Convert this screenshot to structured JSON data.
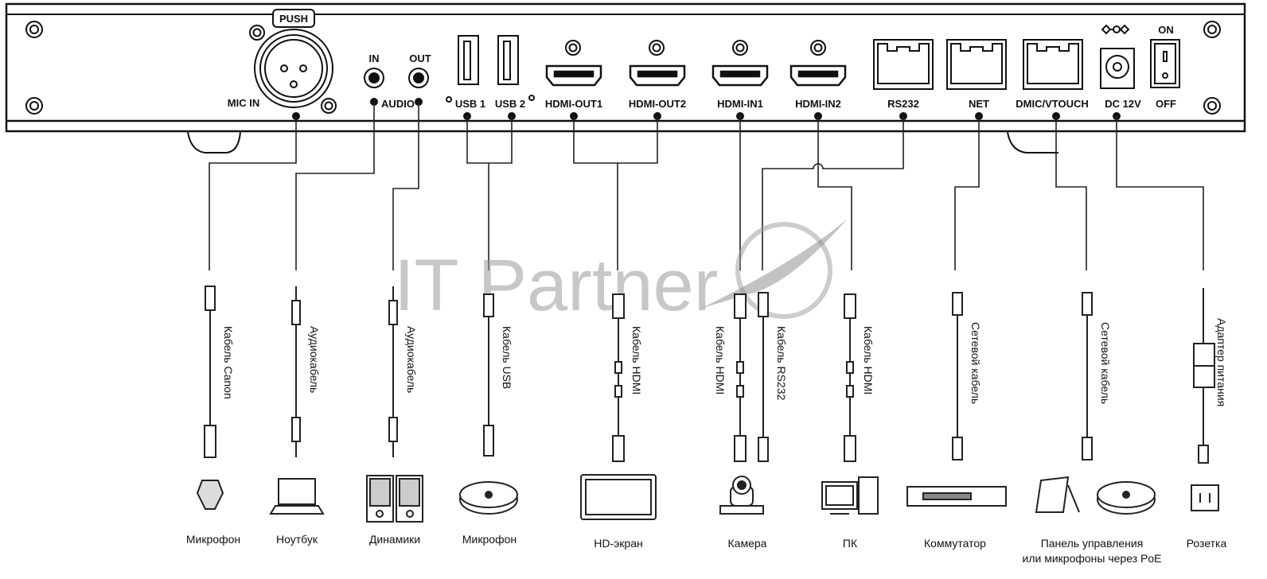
{
  "panel": {
    "push_label": "PUSH",
    "ports": [
      {
        "id": "mic",
        "label": "MIC IN"
      },
      {
        "id": "audio_in",
        "label": "IN"
      },
      {
        "id": "audio_out",
        "label": "OUT"
      },
      {
        "id": "audio",
        "label": "AUDIO"
      },
      {
        "id": "usb1",
        "label": "USB 1"
      },
      {
        "id": "usb2",
        "label": "USB 2"
      },
      {
        "id": "hdmi_out1",
        "label": "HDMI-OUT1"
      },
      {
        "id": "hdmi_out2",
        "label": "HDMI-OUT2"
      },
      {
        "id": "hdmi_in1",
        "label": "HDMI-IN1"
      },
      {
        "id": "hdmi_in2",
        "label": "HDMI-IN2"
      },
      {
        "id": "rs232",
        "label": "RS232"
      },
      {
        "id": "net",
        "label": "NET"
      },
      {
        "id": "dmic",
        "label": "DMIC/VTOUCH"
      },
      {
        "id": "dc",
        "label": "DC 12V"
      },
      {
        "id": "on",
        "label": "ON"
      },
      {
        "id": "off",
        "label": "OFF"
      }
    ]
  },
  "cables": [
    "Кабель Canon",
    "Аудиокабель",
    "Аудиокабель",
    "Кабель USB",
    "Кабель HDMI",
    "Кабель HDMI",
    "Кабель RS232",
    "Кабель HDMI",
    "Сетевой кабель",
    "Сетевой кабель",
    "Адаптер питания"
  ],
  "devices": [
    "Микрофон",
    "Ноутбук",
    "Динамики",
    "Микрофон",
    "HD-экран",
    "Камера",
    "ПК",
    "Коммутатор",
    "Панель управления",
    "или микрофоны через PoE",
    "Розетка"
  ],
  "watermark": "IT Partner"
}
